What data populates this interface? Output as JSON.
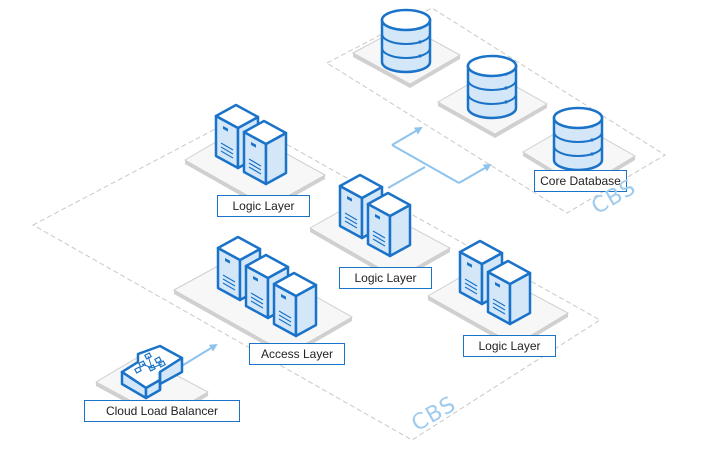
{
  "diagram": {
    "type": "isometric architecture diagram",
    "colors": {
      "accent": "#1a73c8",
      "icon_fill": "#d4e7f9",
      "arrow": "#8ec3ee",
      "zone_border": "#c8c8c8",
      "platform": "#f7f7f7",
      "platform_edge": "#d0d0d0",
      "cbs_text": "#9fcbef"
    },
    "nodes": [
      {
        "id": "clb",
        "label": "Cloud Load Balancer",
        "icon": "load-balancer-icon"
      },
      {
        "id": "access",
        "label": "Access Layer",
        "icon": "server-icon",
        "count": 3
      },
      {
        "id": "logic1",
        "label": "Logic Layer",
        "icon": "server-icon",
        "count": 2
      },
      {
        "id": "logic2",
        "label": "Logic Layer",
        "icon": "server-icon",
        "count": 2
      },
      {
        "id": "logic3",
        "label": "Logic Layer",
        "icon": "server-icon",
        "count": 2
      },
      {
        "id": "coredb",
        "label": "Core Database",
        "icon": "database-icon",
        "count": 3
      }
    ],
    "zones": [
      {
        "id": "zone-main",
        "label": "CBS"
      },
      {
        "id": "zone-db",
        "label": "CBS"
      }
    ],
    "edges": [
      {
        "from": "clb",
        "to": "access"
      },
      {
        "from": "logic2",
        "to": "coredb",
        "branches": 2
      }
    ]
  }
}
